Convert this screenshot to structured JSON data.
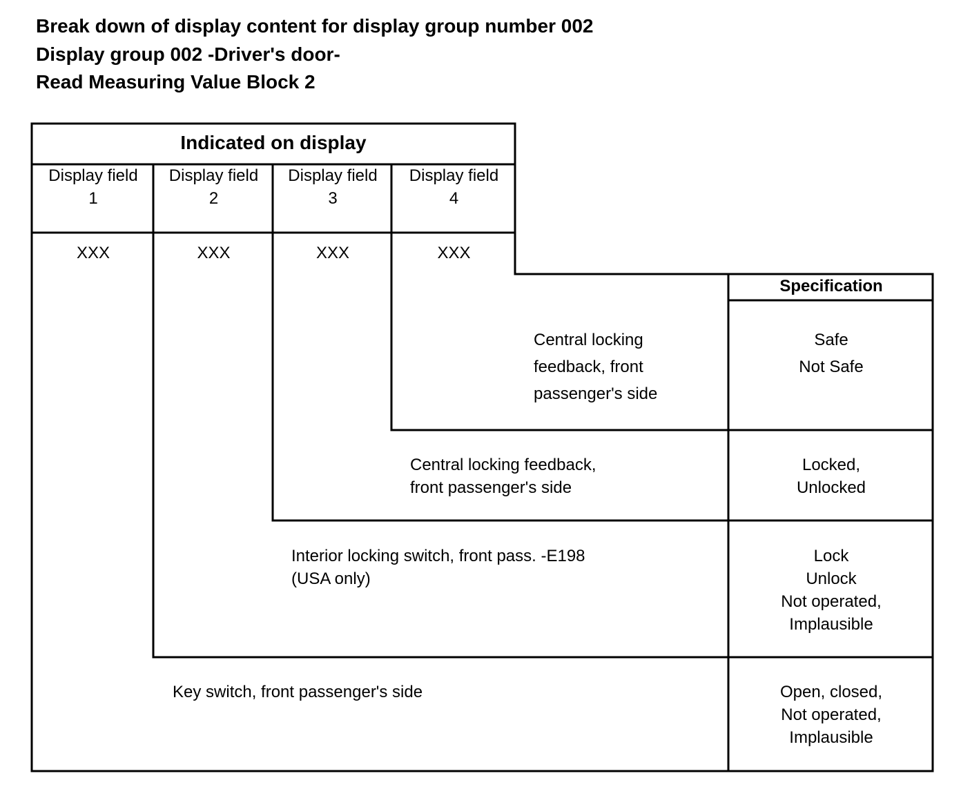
{
  "header": {
    "line1": "Break down of display content for display group number 002",
    "line2": "Display group 002 -Driver's door-",
    "line3": "Read Measuring Value Block 2"
  },
  "table": {
    "indicated_title": "Indicated on display",
    "fields": [
      {
        "label": "Display field",
        "number": "1",
        "value": "XXX"
      },
      {
        "label": "Display field",
        "number": "2",
        "value": "XXX"
      },
      {
        "label": "Display field",
        "number": "3",
        "value": "XXX"
      },
      {
        "label": "Display field",
        "number": "4",
        "value": "XXX"
      }
    ],
    "specification_title": "Specification",
    "rows": [
      {
        "description": [
          "Central locking",
          "feedback, front",
          "passenger's side"
        ],
        "specification": [
          "Safe",
          "Not Safe"
        ]
      },
      {
        "description": [
          "Central locking feedback,",
          "front passenger's side"
        ],
        "specification": [
          "Locked,",
          "Unlocked"
        ]
      },
      {
        "description": [
          "Interior locking switch, front pass. -E198",
          "(USA only)"
        ],
        "specification": [
          "Lock",
          "Unlock",
          "Not operated,",
          "Implausible"
        ]
      },
      {
        "description": [
          "Key switch, front passenger's side"
        ],
        "specification": [
          "Open, closed,",
          "Not operated,",
          "Implausible"
        ]
      }
    ]
  }
}
